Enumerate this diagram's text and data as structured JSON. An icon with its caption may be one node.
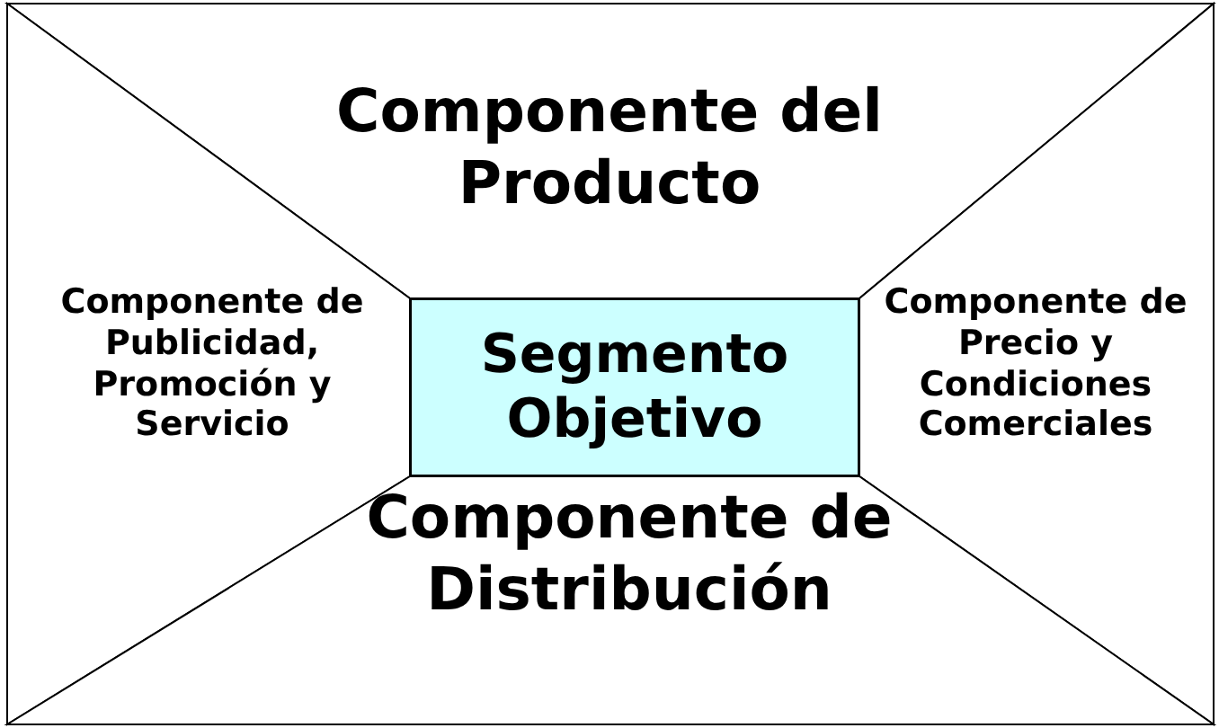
{
  "diagram": {
    "nodes": [
      {
        "text": [
          "Componente del Producto"
        ]
      },
      {
        "text": [
          "Componente de Publicidad, Promoción y Servicio"
        ]
      },
      {
        "text": [
          "Segmento Objetivo"
        ]
      },
      {
        "text": [
          "Componente de Precio y Condiciones Comerciales"
        ]
      },
      {
        "text": [
          "Componente de Distribución"
        ]
      }
    ]
  }
}
